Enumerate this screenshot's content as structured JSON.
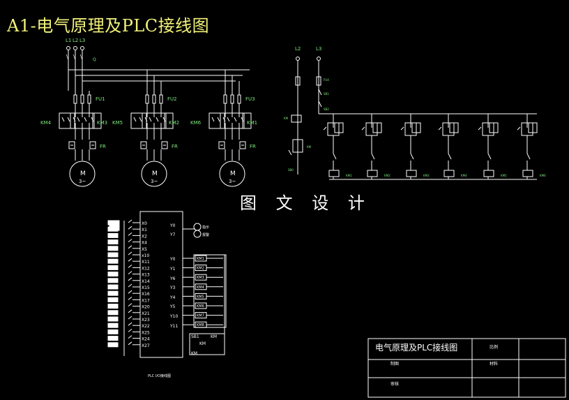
{
  "title": "A1-电气原理及PLC接线图",
  "watermark": "图 文 设 计",
  "colors": {
    "background": "#000000",
    "wire": "#ffffff",
    "label": "#7ee87e",
    "title": "#f2f27a"
  },
  "main_circuit": {
    "phases": [
      "L1",
      "L2",
      "L3"
    ],
    "qs_label": "Q",
    "motors": [
      {
        "fuse": "FU1",
        "left_contactor": "KM4",
        "right_contactor": "KM3",
        "overload": "FR",
        "motor": "M",
        "motor_sub": "3~"
      },
      {
        "fuse": "FU2",
        "left_contactor": "KM5",
        "right_contactor": "KM2",
        "overload": "FR",
        "motor": "M",
        "motor_sub": "3~"
      },
      {
        "fuse": "FU3",
        "left_contactor": "KM6",
        "right_contactor": "KM1",
        "overload": "FR",
        "motor": "M",
        "motor_sub": "3~"
      }
    ]
  },
  "control_circuit": {
    "supply": [
      "L2",
      "L3"
    ],
    "left_branch": {
      "coil": "KM",
      "contact": "KM",
      "button": "SB0"
    },
    "top_labels": [
      "FU4",
      "SB1",
      "SB2"
    ],
    "branches": [
      "KM1",
      "KM2",
      "KM3",
      "KM4",
      "KM5",
      "KM6"
    ]
  },
  "plc": {
    "caption": "PLC I/O接线图",
    "inputs": [
      "X0",
      "X1",
      "X2",
      "X4",
      "X5",
      "x10",
      "X11",
      "X12",
      "X13",
      "X14",
      "X15",
      "X16",
      "X17",
      "X20",
      "X21",
      "X23",
      "X22",
      "X25",
      "X24",
      "X27"
    ],
    "outputs": [
      "Y0",
      "Y7",
      "Y0",
      "Y1",
      "Y6",
      "Y3",
      "Y4",
      "Y5",
      "Y10",
      "Y11"
    ],
    "output_loads": [
      "KM1",
      "KM2",
      "KM3",
      "KM4",
      "KM5",
      "KM6",
      "KM7",
      "KM8"
    ],
    "indicator_labels": [
      "指示",
      "报警"
    ],
    "bottom_circuit": [
      "SB1",
      "KM",
      "KM",
      "KM"
    ]
  },
  "title_block": {
    "name": "电气原理及PLC接线图",
    "ratio_label": "比例",
    "drawn_label": "制图",
    "material_label": "材料",
    "checked_label": "审核"
  }
}
